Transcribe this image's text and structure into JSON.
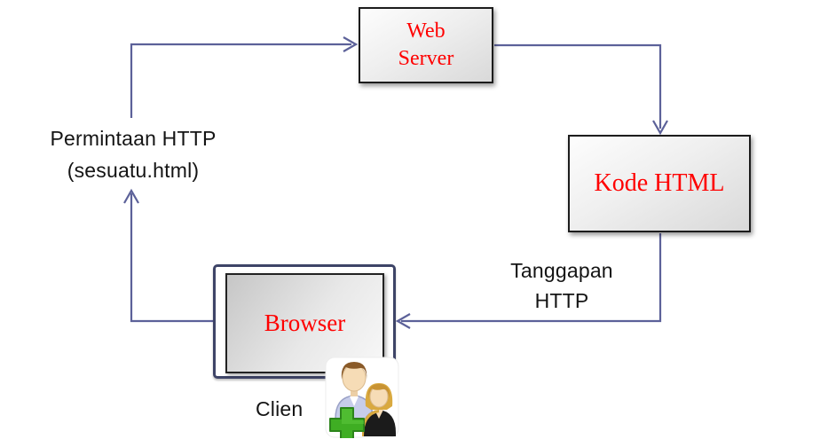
{
  "diagram": {
    "title": "HTTP request flow diagram",
    "nodes": {
      "web_server": {
        "label": "Web Server"
      },
      "kode_html": {
        "label": "Kode HTML"
      },
      "browser": {
        "label": "Browser"
      }
    },
    "labels": {
      "request": {
        "line1": "Permintaan HTTP",
        "line2": "(sesuatu.html)"
      },
      "response": {
        "line1": "Tanggapan",
        "line2": "HTTP"
      },
      "client": "Clien"
    },
    "icons": {
      "add_users": "add-users-icon"
    },
    "colors": {
      "arrow": "#5c6199",
      "frame": "#3e4467",
      "node_border": "#1c1c1c",
      "node_text": "#ff0000",
      "label_text": "#141414",
      "plus_green": "#3fae23"
    }
  }
}
